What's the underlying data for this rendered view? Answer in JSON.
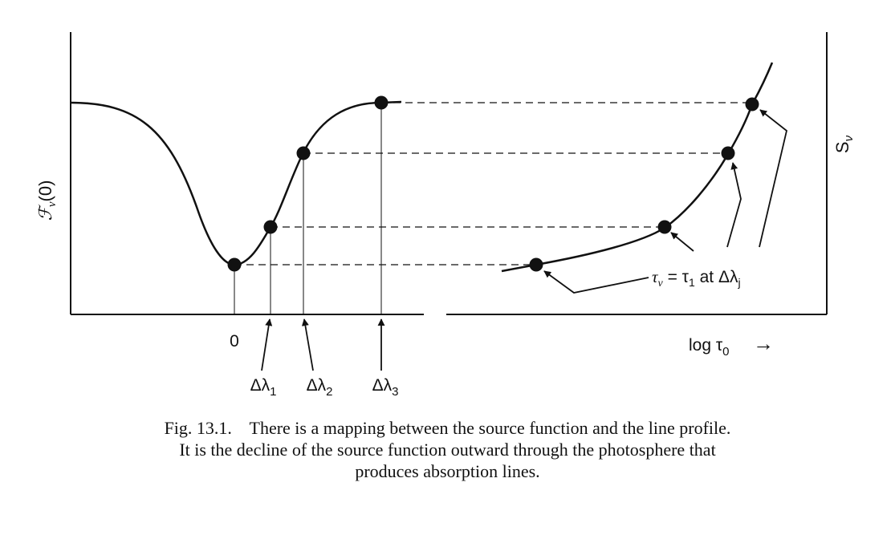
{
  "diagram": {
    "labels": {
      "y_left_base": "ℱ",
      "y_left_sub": "ν",
      "y_left_arg": "(0)",
      "y_right_base": "S",
      "y_right_sub": "ν",
      "x_right_base": "log τ",
      "x_right_sub": "0",
      "x_right_arrow": "→",
      "tick_zero": "0",
      "dl_symbol": "Δλ",
      "dl1_sub": "1",
      "dl2_sub": "2",
      "dl3_sub": "3",
      "annotation_tau": "τ",
      "annotation_nu": "ν",
      "annotation_eq": " = τ",
      "annotation_one": "1",
      "annotation_at": " at Δλ",
      "annotation_j": "j"
    }
  },
  "caption": {
    "line1": "Fig. 13.1.    There is a mapping between the source function and the line profile.",
    "line2": "It is the decline of the source function outward through the photosphere that",
    "line3": "produces absorption lines."
  }
}
